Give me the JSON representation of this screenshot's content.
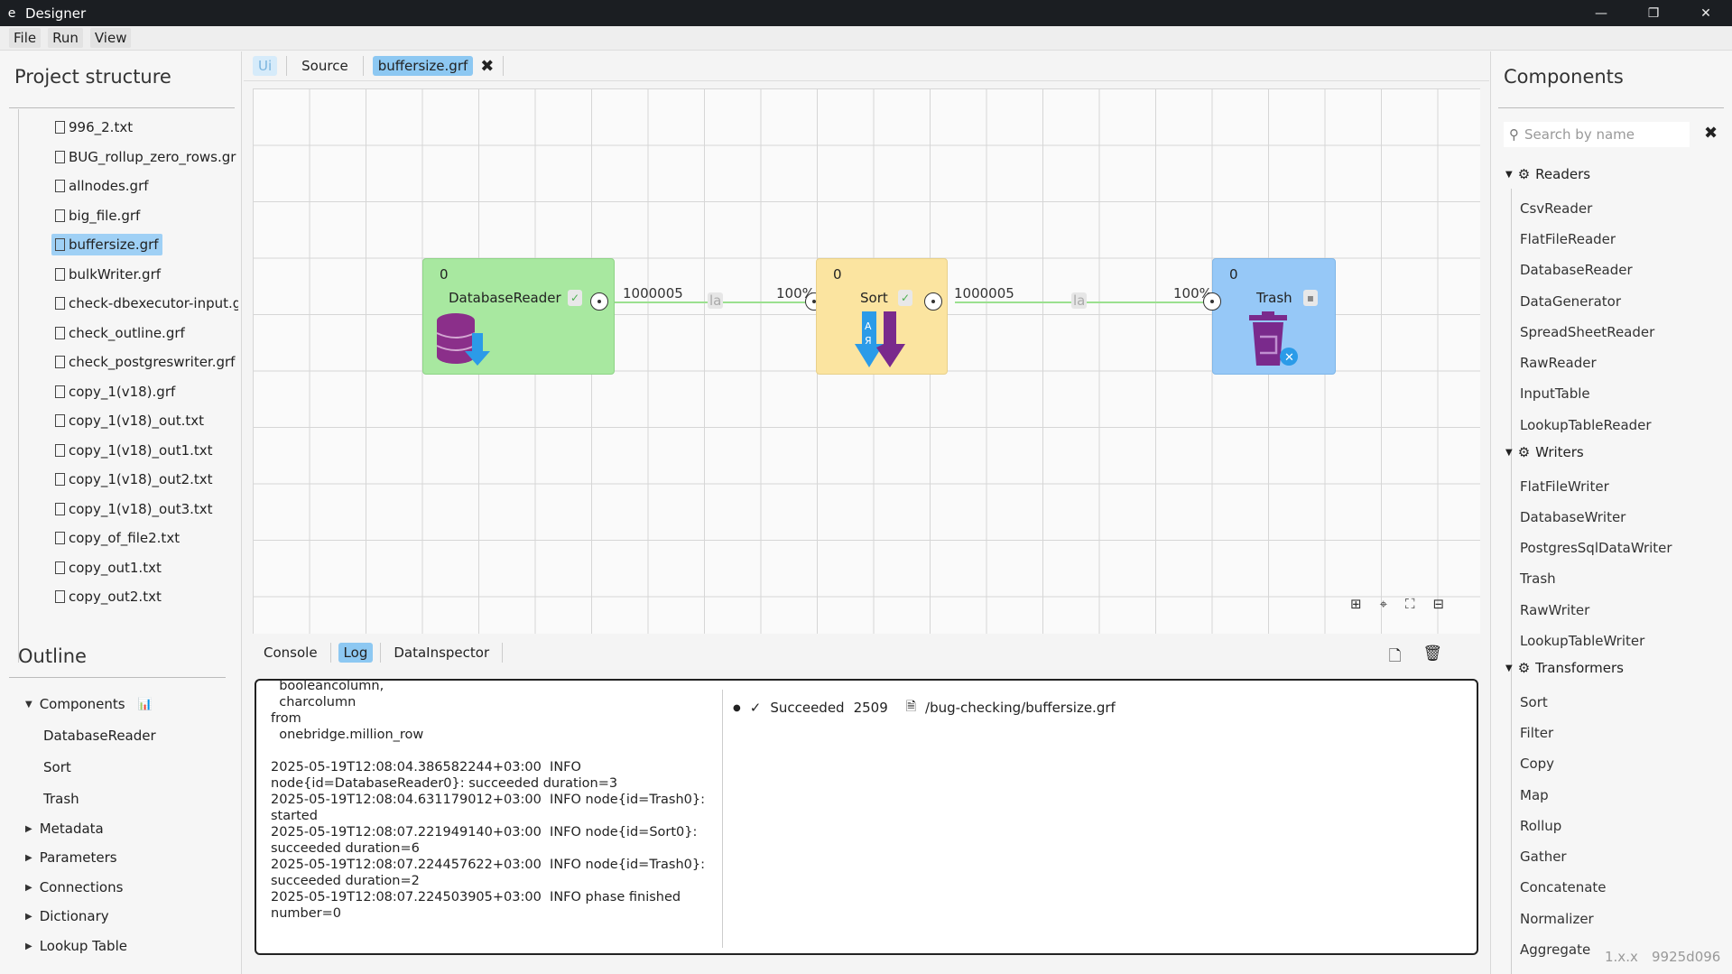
{
  "window": {
    "app_icon": "e",
    "title": "Designer",
    "minimize": "—",
    "maximize": "❐",
    "close": "✕"
  },
  "menu": [
    "File",
    "Run",
    "View"
  ],
  "project": {
    "title": "Project structure",
    "files": [
      "996_2.txt",
      "BUG_rollup_zero_rows.gr",
      "allnodes.grf",
      "big_file.grf",
      "buffersize.grf",
      "bulkWriter.grf",
      "check-dbexecutor-input.g",
      "check_outline.grf",
      "check_postgreswriter.grf",
      "copy_1(v18).grf",
      "copy_1(v18)_out.txt",
      "copy_1(v18)_out1.txt",
      "copy_1(v18)_out2.txt",
      "copy_1(v18)_out3.txt",
      "copy_of_file2.txt",
      "copy_out1.txt",
      "copy_out2.txt"
    ],
    "selected_index": 4
  },
  "outline": {
    "title": "Outline",
    "components_label": "Components",
    "components": [
      "DatabaseReader",
      "Sort",
      "Trash"
    ],
    "sections": [
      "Metadata",
      "Parameters",
      "Connections",
      "Dictionary",
      "Lookup Table"
    ]
  },
  "editor_tabs": {
    "ui": "Ui",
    "source": "Source",
    "file": "buffersize.grf",
    "close": "✖"
  },
  "graph": {
    "nodes": [
      {
        "name": "DatabaseReader",
        "count": "0"
      },
      {
        "name": "Sort",
        "count": "0"
      },
      {
        "name": "Trash",
        "count": "0"
      }
    ],
    "edges": [
      {
        "records": "1000005",
        "tag": "la",
        "percent": "100%"
      },
      {
        "records": "1000005",
        "tag": "la",
        "percent": "100%"
      }
    ],
    "colors": {
      "reader": "#a8e8a0",
      "sort": "#fbe4a0",
      "trash": "#96c8f7"
    }
  },
  "bottom_tabs": [
    "Console",
    "Log",
    "DataInspector"
  ],
  "log": {
    "lines": [
      "  booleancolumn,",
      "  charcolumn",
      "from",
      "  onebridge.million_row",
      "",
      "2025-05-19T12:08:04.386582244+03:00  INFO",
      "node{id=DatabaseReader0}: succeeded duration=3",
      "2025-05-19T12:08:04.631179012+03:00  INFO node{id=Trash0}:",
      "started",
      "2025-05-19T12:08:07.221949140+03:00  INFO node{id=Sort0}:",
      "succeeded duration=6",
      "2025-05-19T12:08:07.224457622+03:00  INFO node{id=Trash0}:",
      "succeeded duration=2",
      "2025-05-19T12:08:07.224503905+03:00  INFO phase finished",
      "number=0"
    ],
    "status": "Succeeded",
    "run_id": "2509",
    "path": "/bug-checking/buffersize.grf"
  },
  "components_panel": {
    "title": "Components",
    "search_placeholder": "Search by name",
    "categories": [
      {
        "name": "Readers",
        "items": [
          "CsvReader",
          "FlatFileReader",
          "DatabaseReader",
          "DataGenerator",
          "SpreadSheetReader",
          "RawReader",
          "InputTable",
          "LookupTableReader"
        ]
      },
      {
        "name": "Writers",
        "items": [
          "FlatFileWriter",
          "DatabaseWriter",
          "PostgresSqlDataWriter",
          "Trash",
          "RawWriter",
          "LookupTableWriter"
        ]
      },
      {
        "name": "Transformers",
        "items": [
          "Sort",
          "Filter",
          "Copy",
          "Map",
          "Rollup",
          "Gather",
          "Concatenate",
          "Normalizer",
          "Aggregate"
        ]
      }
    ]
  },
  "version": {
    "label": "1.x.x",
    "build": "9925d096"
  }
}
